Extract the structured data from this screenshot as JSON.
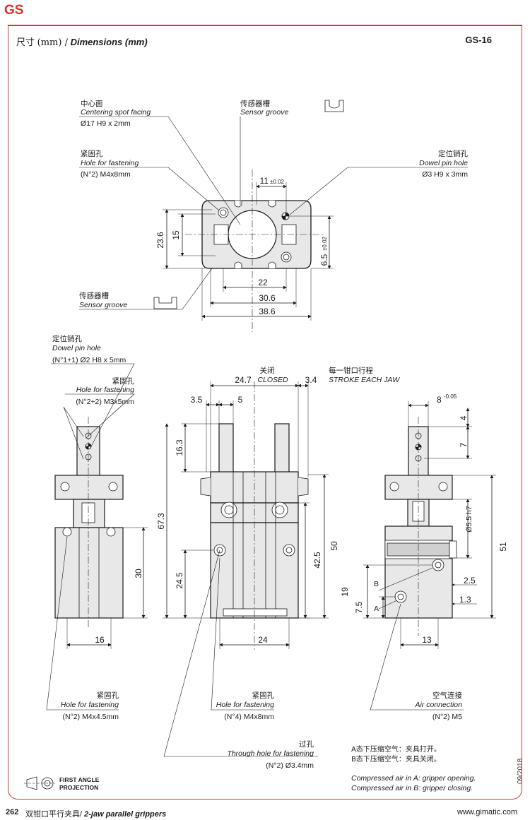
{
  "header": {
    "series": "GS",
    "title_cn": "尺寸",
    "title_unit": "(mm) /",
    "title_en": "Dimensions (mm)",
    "model": "GS-16"
  },
  "top_view": {
    "centering_cn": "中心面",
    "centering_en": "Centering spot facing",
    "centering_val": "Ø17 H9 x 2mm",
    "sensor_cn": "传感器槽",
    "sensor_en": "Sensor groove",
    "fasten_cn": "紧固孔",
    "fasten_en": "Hole for fastening",
    "fasten_val": "(N°2)  M4x8mm",
    "dowel_cn": "定位销孔",
    "dowel_en": "Dowel pin hole",
    "dowel_val": "Ø3 H9 x 3mm",
    "sensor2_cn": "传感器槽",
    "sensor2_en": "Sensor groove",
    "d11": "11",
    "d11_tol": "±0.02",
    "d236": "23.6",
    "d15": "15",
    "d65": "6.5",
    "d65_tol": "±0.02",
    "d22": "22",
    "d306": "30.6",
    "d386": "38.6"
  },
  "side_left": {
    "dowel_cn": "定位销孔",
    "dowel_en": "Dowel pin hole",
    "dowel_val": "(N°1+1)  Ø2 H8 x 5mm",
    "fasten_cn": "紧固孔",
    "fasten_en": "Hole for fastening",
    "fasten_val": "(N°2+2)  M3x5mm",
    "d30": "30",
    "d16": "16",
    "bottom_cn": "紧固孔",
    "bottom_en": "Hole for fastening",
    "bottom_val": "(N°2)  M4x4.5mm"
  },
  "front_view": {
    "closed_cn": "关闭",
    "closed_en": "CLOSED",
    "d247": "24.7",
    "stroke_cn": "每一钳口行程",
    "stroke_en": "STROKE EACH JAW",
    "d34": "3.4",
    "d35": "3.5",
    "d5": "5",
    "d163": "16.3",
    "d673": "67.3",
    "d245": "24.5",
    "d425": "42.5",
    "d50": "50",
    "d24": "24",
    "bottom_cn": "紧固孔",
    "bottom_en": "Hole for fastening",
    "bottom_val": "(N°4)  M4x8mm",
    "through_cn": "过孔",
    "through_en": "Through hole for fastening",
    "through_val": "(N°2)  Ø3.4mm"
  },
  "side_right": {
    "d8": "8",
    "d8_tol": "-0.05",
    "d4": "4",
    "d7": "7",
    "d55": "Ø5.5 h7",
    "d51": "51",
    "d25": "2.5",
    "d13s": "1.3",
    "d19": "19",
    "d75": "7.5",
    "portB": "B",
    "portA": "A",
    "d13": "13",
    "air_cn": "空气连接",
    "air_en": "Air connection",
    "air_val": "(N°2)  M5"
  },
  "notes": {
    "a_cn": "A态下压缩空气：夹具打开。",
    "b_cn": "B态下压缩空气：夹具关闭。",
    "a_en": "Compressed air in A: gripper opening.",
    "b_en": "Compressed air in B: gripper closing."
  },
  "projection": {
    "line1": "FIRST ANGLE",
    "line2": "PROJECTION"
  },
  "footer": {
    "page": "262",
    "cat_cn": "双钳口平行夹具/",
    "cat_en": "2-jaw parallel grippers",
    "url": "www.gimatic.com",
    "date": "09/2018"
  },
  "colors": {
    "accent": "#e0312b"
  }
}
